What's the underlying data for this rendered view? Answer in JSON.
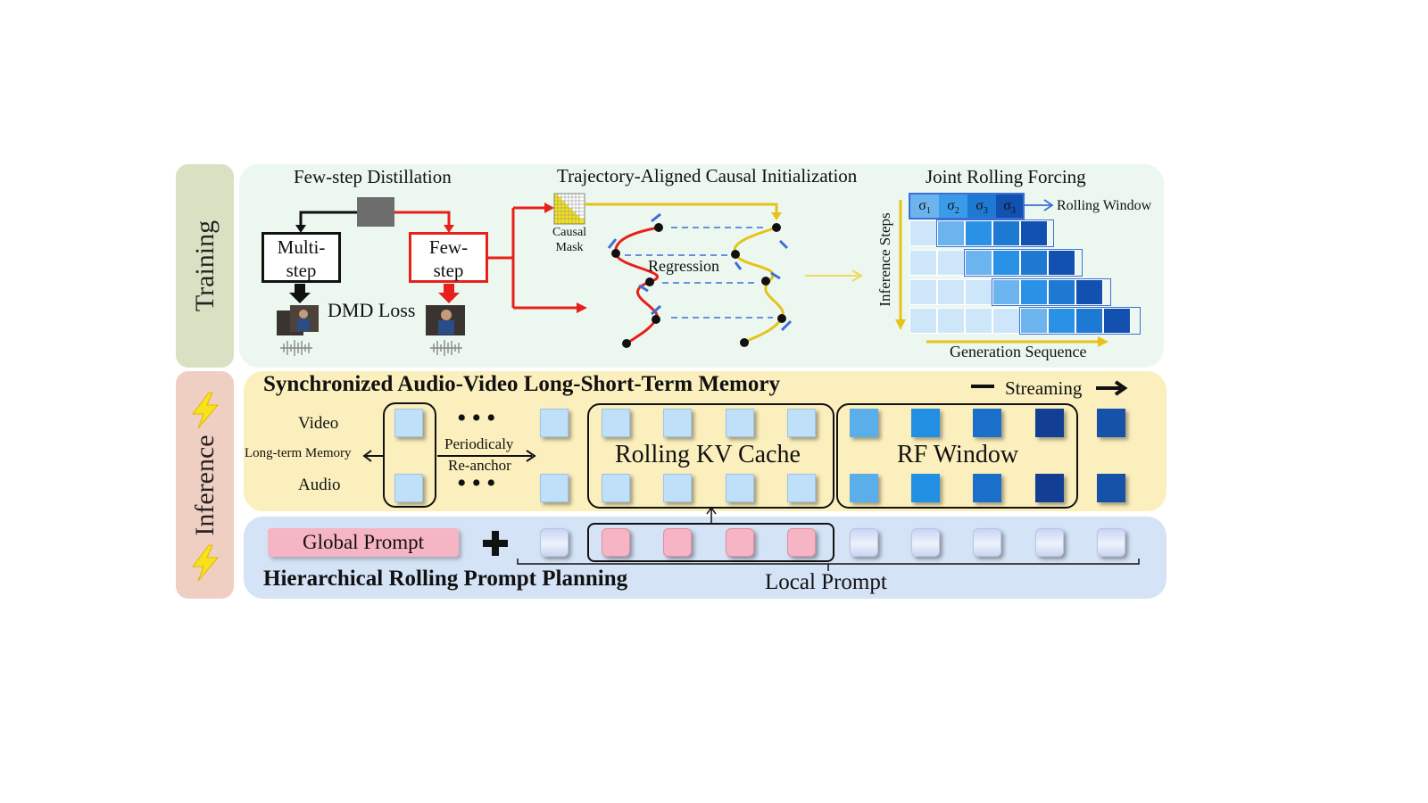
{
  "sections": {
    "training_label": "Training",
    "inference_label": "Inference"
  },
  "training": {
    "few_step_title": "Few-step Distillation",
    "multi_step_label": "Multi-\nstep",
    "few_step_label": "Few-\nstep",
    "dmd_loss": "DMD Loss",
    "trajectory_title": "Trajectory-Aligned Causal Initialization",
    "causal_mask_label": "Causal\nMask",
    "regression_label": "Regression",
    "joint_title": "Joint Rolling Forcing",
    "sigma_labels": [
      "σ1",
      "σ2",
      "σ3",
      "σ3"
    ],
    "sigma_base": "σ",
    "sigma_subs": [
      "1",
      "2",
      "3",
      "3"
    ],
    "rolling_window": "Rolling Window",
    "inference_steps": "Inference Steps",
    "generation_sequence": "Generation Sequence"
  },
  "memory": {
    "title": "Synchronized Audio-Video Long-Short-Term Memory",
    "streaming": "Streaming",
    "video_label": "Video",
    "audio_label": "Audio",
    "long_term_memory": "Long-term Memory",
    "periodically": "Periodicaly",
    "re_anchor": "Re-anchor",
    "rolling_kv_cache": "Rolling KV Cache",
    "rf_window": "RF Window"
  },
  "prompt": {
    "global_prompt": "Global Prompt",
    "title": "Hierarchical Rolling Prompt Planning",
    "local_prompt": "Local Prompt"
  },
  "colors": {
    "training_side": "#d8e2c2",
    "inference_side": "#f0cfc3",
    "training_panel": "#ecf8ef",
    "memory_panel": "#fbefbd",
    "prompt_panel": "#d5e3f6",
    "red": "#e8201c",
    "yellow": "#e6c21a",
    "blue_dark": "#0f4aa3",
    "blue_mid": "#1e88e5",
    "blue_light": "#bfe0f8"
  },
  "icons": {
    "inference_bolt": "lightning-icon",
    "plus": "plus-icon"
  }
}
